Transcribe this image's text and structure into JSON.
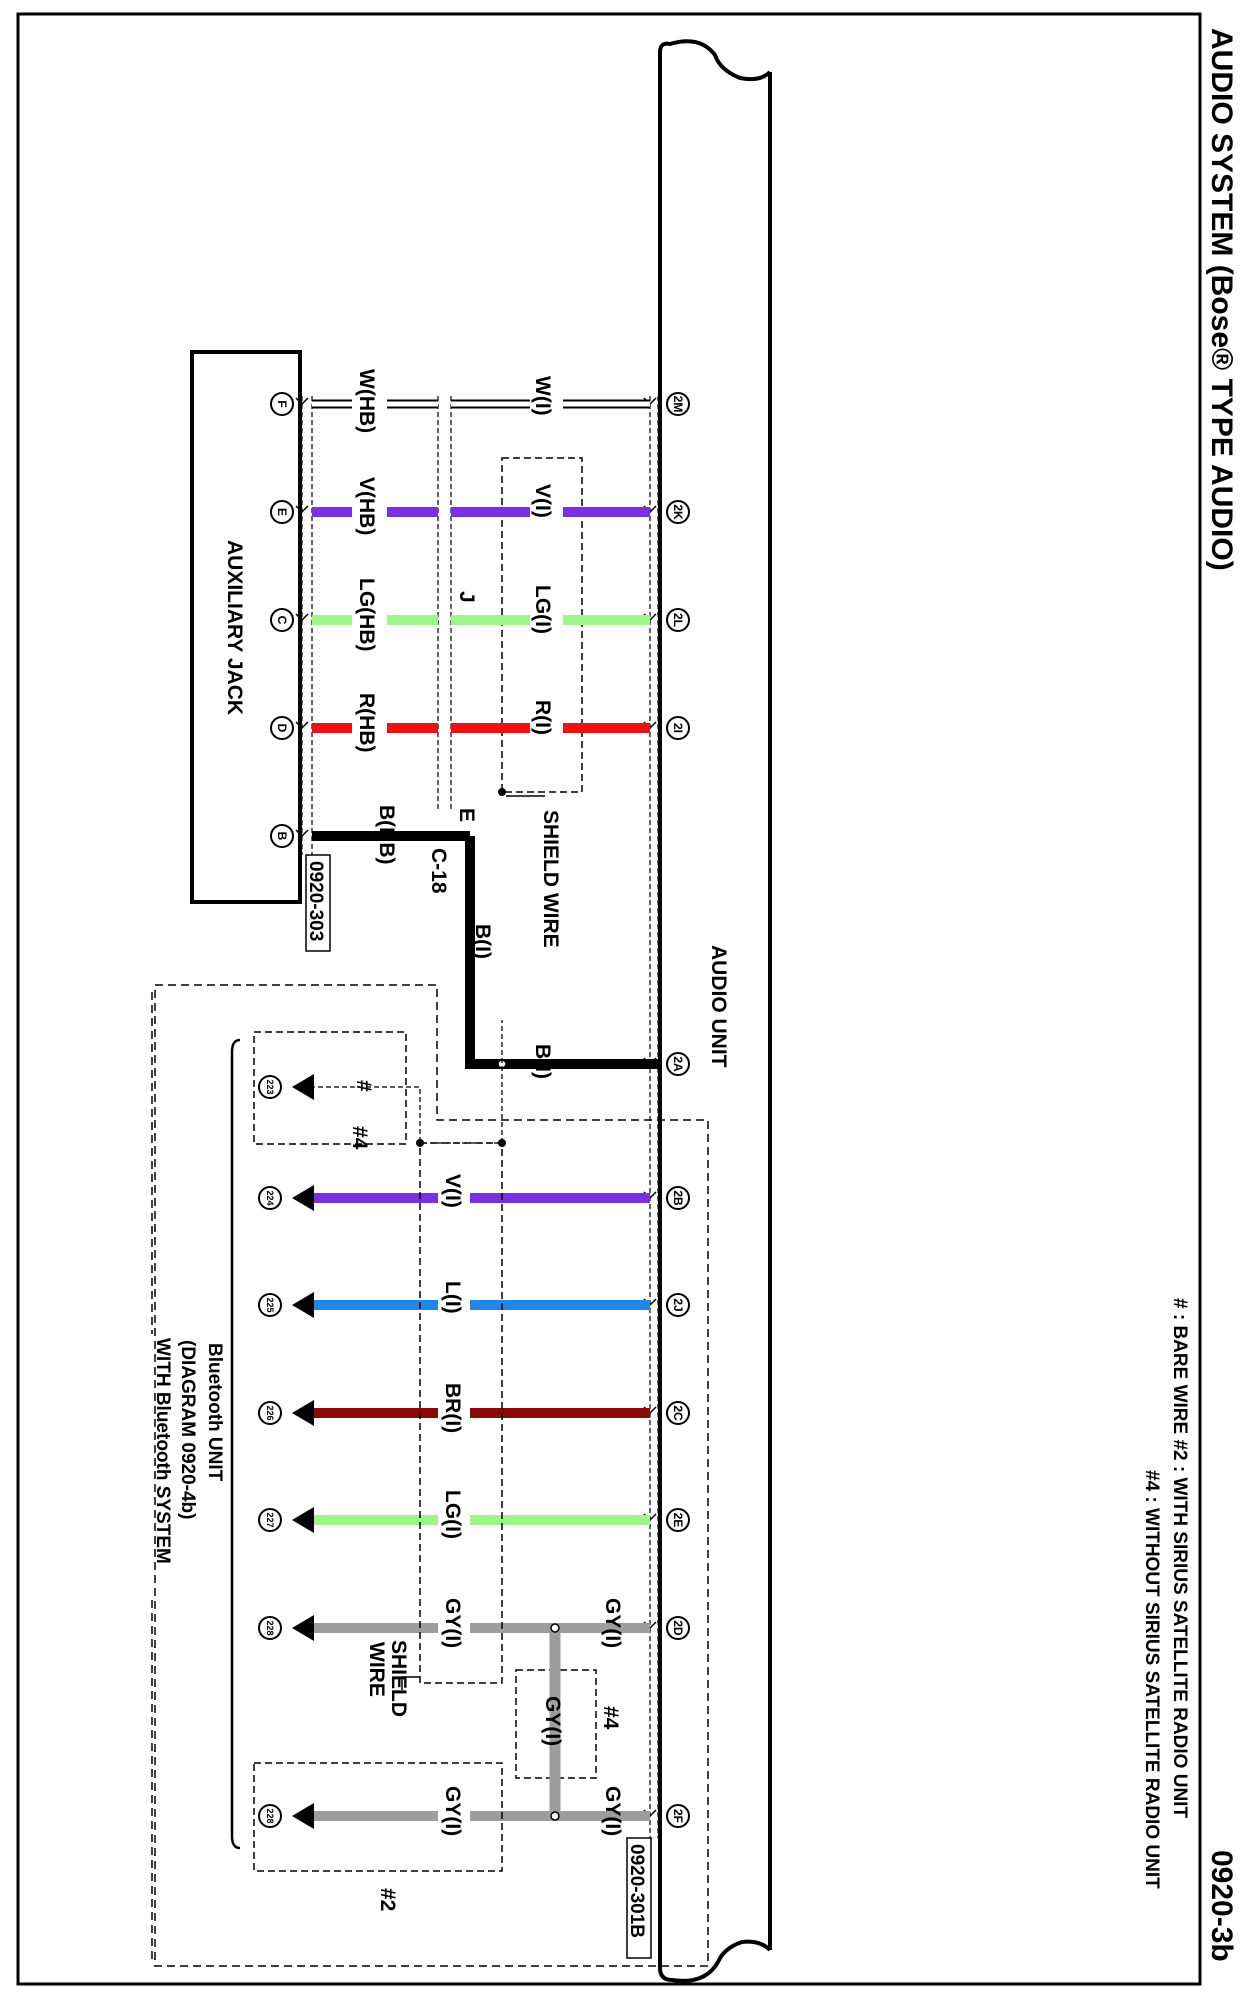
{
  "title": "AUDIO SYSTEM (Bose® TYPE AUDIO)",
  "page_number": "0920-3b",
  "notes": {
    "line1": "# : BARE WIRE     #2 : WITH SIRIUS SATELLITE RADIO UNIT",
    "line2": "#4 : WITHOUT SIRIUS SATELLITE RADIO UNIT"
  },
  "components": {
    "audio_unit": "AUDIO UNIT",
    "auxiliary_jack": "AUXILIARY JACK",
    "bluetooth_line1": "Bluetooth UNIT",
    "bluetooth_line2": "(DIAGRAM  0920-4b)",
    "bluetooth_line3": "WITH Bluetooth SYSTEM"
  },
  "connectors": {
    "aux": "0920-303",
    "audio": "0920-301B",
    "intermediate": "C-18",
    "intermediate_pin_e": "E",
    "intermediate_pin_j": "J"
  },
  "shield_wire": "SHIELD WIRE",
  "shield_wire2_line1": "SHIELD",
  "shield_wire2_line2": "WIRE",
  "options": {
    "bare": "#",
    "without_sirius": "#4",
    "with_sirius": "#2"
  },
  "colors": {
    "violet": "#7b2fe3",
    "light_green": "#9ef58a",
    "red": "#ee1111",
    "black": "#000000",
    "blue": "#1f86ea",
    "brown": "#8a0a0a",
    "gray": "#9d9d9d",
    "white": "#ffffff"
  },
  "aux_wires": [
    {
      "unit_pin": "2M",
      "jack_pin": "F",
      "unit_label": "W(I)",
      "jack_label": "W(HB)",
      "color": "white"
    },
    {
      "unit_pin": "2K",
      "jack_pin": "E",
      "unit_label": "V(I)",
      "jack_label": "V(HB)",
      "color": "violet"
    },
    {
      "unit_pin": "2L",
      "jack_pin": "C",
      "unit_label": "LG(I)",
      "jack_label": "LG(HB)",
      "color": "light_green"
    },
    {
      "unit_pin": "2I",
      "jack_pin": "D",
      "unit_label": "R(I)",
      "jack_label": "R(HB)",
      "color": "red"
    },
    {
      "unit_pin": "2A",
      "jack_pin": "B",
      "unit_label": "B(I)",
      "jack_label": "B(HB)",
      "color": "black",
      "mid_label": "B(I)"
    }
  ],
  "bt_wires": [
    {
      "unit_pin": "2B",
      "bt_pin": "224",
      "label": "V(I)",
      "color": "violet"
    },
    {
      "unit_pin": "2J",
      "bt_pin": "225",
      "label": "L(I)",
      "color": "blue"
    },
    {
      "unit_pin": "2C",
      "bt_pin": "226",
      "label": "BR(I)",
      "color": "brown"
    },
    {
      "unit_pin": "2E",
      "bt_pin": "227",
      "label": "LG(I)",
      "color": "light_green"
    },
    {
      "unit_pin": "2D",
      "bt_pin": "228",
      "label": "GY(I)",
      "unit_label": "GY(I)",
      "color": "gray"
    },
    {
      "unit_pin": "2F",
      "bt_pin": "228",
      "label": "GY(I)",
      "unit_label": "GY(I)",
      "color": "gray"
    }
  ],
  "bt_bare_pin": "223",
  "gray_bridge_label": "GY(I)"
}
